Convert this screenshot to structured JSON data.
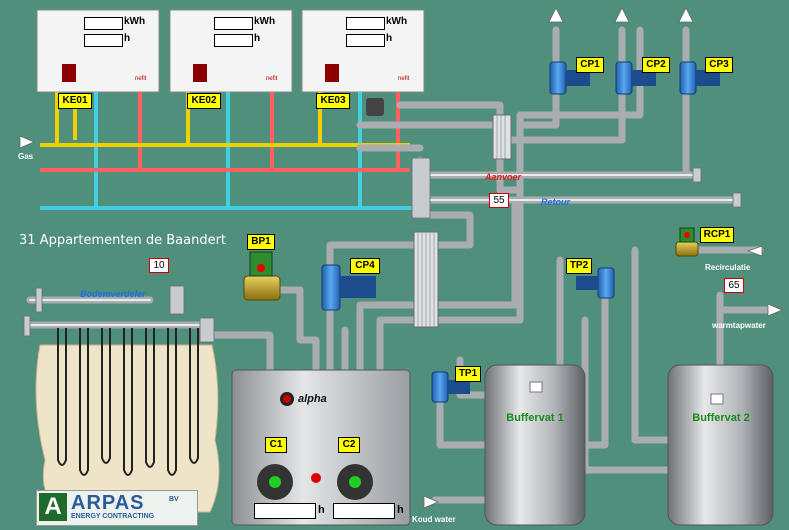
{
  "title": "31 Appartementen de Baandert",
  "meters": [
    {
      "id": "KE01",
      "unit_energy": "kWh",
      "unit_hours": "h",
      "brand": "nefit"
    },
    {
      "id": "KE02",
      "unit_energy": "kWh",
      "unit_hours": "h",
      "brand": "nefit"
    },
    {
      "id": "KE03",
      "unit_energy": "kWh",
      "unit_hours": "h",
      "brand": "nefit"
    }
  ],
  "labels": {
    "gas": "Gas",
    "aanvoer": "Aanvoer",
    "retour": "Retour",
    "bodemverdeler": "Bodemverdeler",
    "recirculatie": "Recirculatie",
    "warmtapwater": "warmtapwater",
    "koud_water": "Koud water"
  },
  "pumps": {
    "cp1": "CP1",
    "cp2": "CP2",
    "cp3": "CP3",
    "cp4": "CP4",
    "tp1": "TP1",
    "tp2": "TP2"
  },
  "valves": {
    "bp1": "BP1",
    "rcp1": "RCP1"
  },
  "values": {
    "aanvoer_temp": "55",
    "bodem_temp": "10",
    "warmtapwater_temp": "65"
  },
  "heatpump": {
    "brand": "alpha",
    "c1": "C1",
    "c2": "C2",
    "hours_unit": "h"
  },
  "tanks": {
    "buffervat1": "Buffervat 1",
    "buffervat2": "Buffervat 2"
  },
  "logo": {
    "name": "ARPAS",
    "suffix": "BV",
    "tagline": "ENERGY CONTRACTING"
  },
  "colors": {
    "background": "#4f8f7b",
    "gas_pipe": "#f0d000",
    "hot_pipe": "#ff6060",
    "cold_pipe": "#40d0e0",
    "pipe": "#c8ccd0",
    "pump": "#2a7fd8",
    "tag": "#ffff00"
  }
}
